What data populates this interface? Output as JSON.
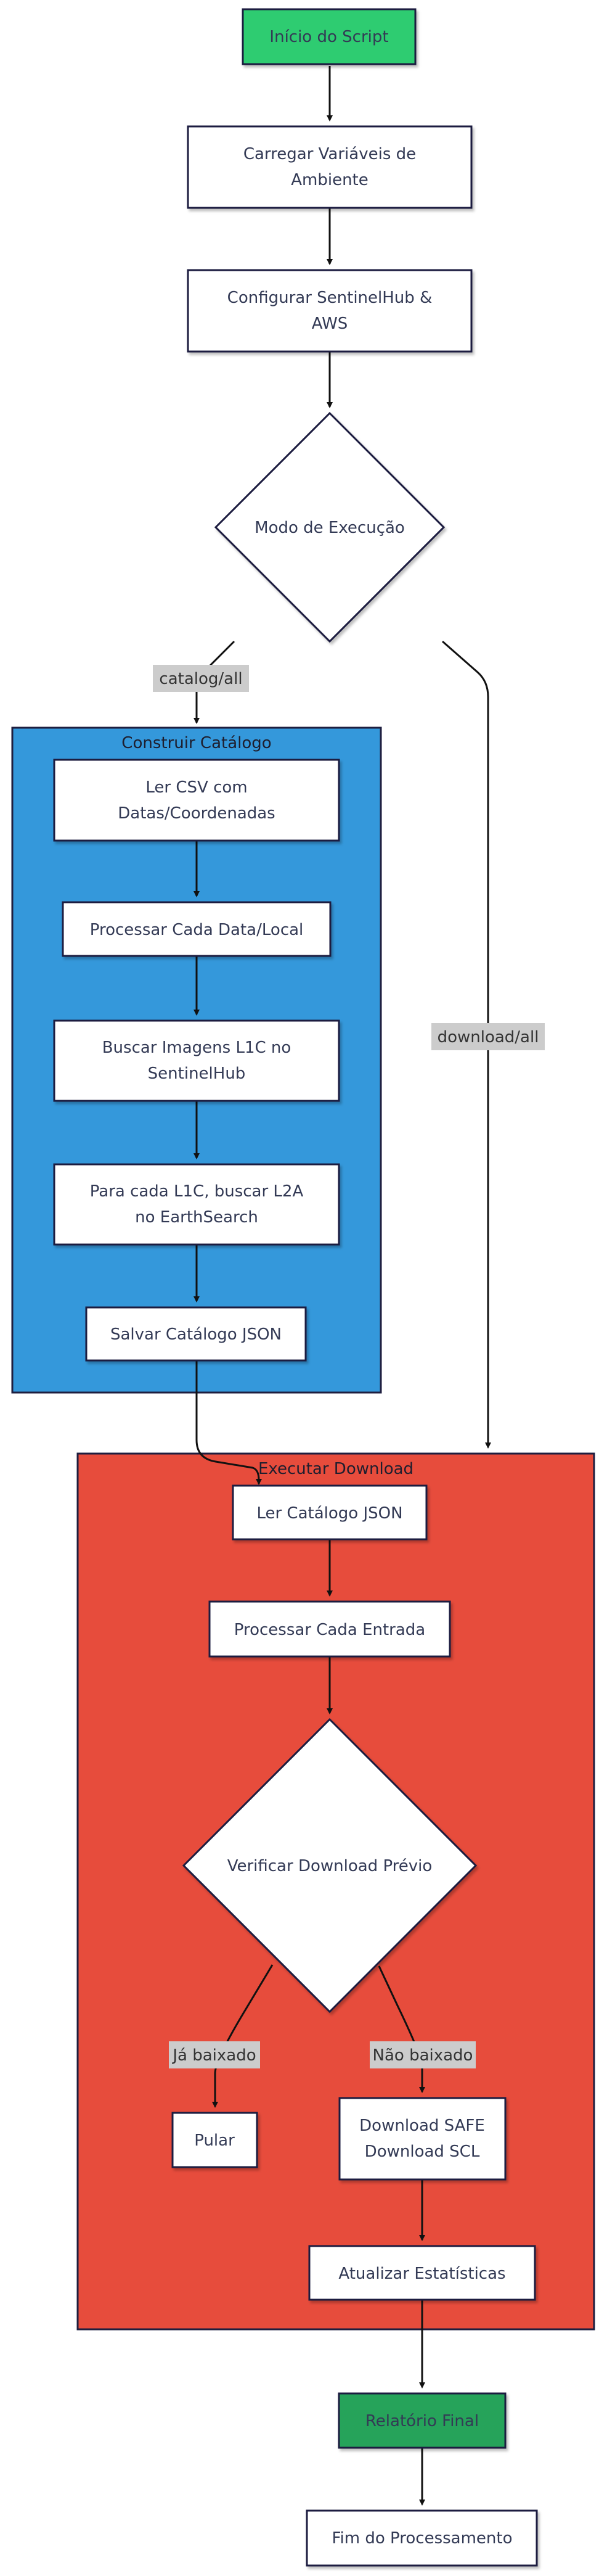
{
  "nodes": {
    "start": {
      "label": "Início do Script",
      "fill": "#2ecc71"
    },
    "load_env": {
      "line1": "Carregar Variáveis de",
      "line2": "Ambiente"
    },
    "config": {
      "line1": "Configurar SentinelHub &",
      "line2": "AWS"
    },
    "mode": {
      "label": "Modo de Execução"
    },
    "read_csv": {
      "line1": "Ler CSV com",
      "line2": "Datas/Coordenadas"
    },
    "process_each": {
      "label": "Processar Cada Data/Local"
    },
    "search_l1c": {
      "line1": "Buscar Imagens L1C no",
      "line2": "SentinelHub"
    },
    "search_l2a": {
      "line1": "Para cada L1C, buscar L2A",
      "line2": "no EarthSearch"
    },
    "save_catalog": {
      "label": "Salvar Catálogo JSON"
    },
    "read_catalog": {
      "label": "Ler Catálogo JSON"
    },
    "process_entry": {
      "label": "Processar Cada Entrada"
    },
    "verify": {
      "label": "Verificar Download Prévio"
    },
    "skip": {
      "label": "Pular"
    },
    "download": {
      "line1": "Download SAFE",
      "line2": "Download SCL"
    },
    "update_stats": {
      "label": "Atualizar Estatísticas"
    },
    "report": {
      "label": "Relatório Final",
      "fill": "#27a35a"
    },
    "end": {
      "label": "Fim do Processamento"
    }
  },
  "clusters": {
    "catalog": {
      "title": "Construir Catálogo",
      "fill": "#3498db"
    },
    "download": {
      "title": "Executar Download",
      "fill": "#e74c3c"
    }
  },
  "edge_labels": {
    "catalog_all": "catalog/all",
    "download_all": "download/all",
    "ja_baixado": "Já baixado",
    "nao_baixado": "Não baixado"
  }
}
